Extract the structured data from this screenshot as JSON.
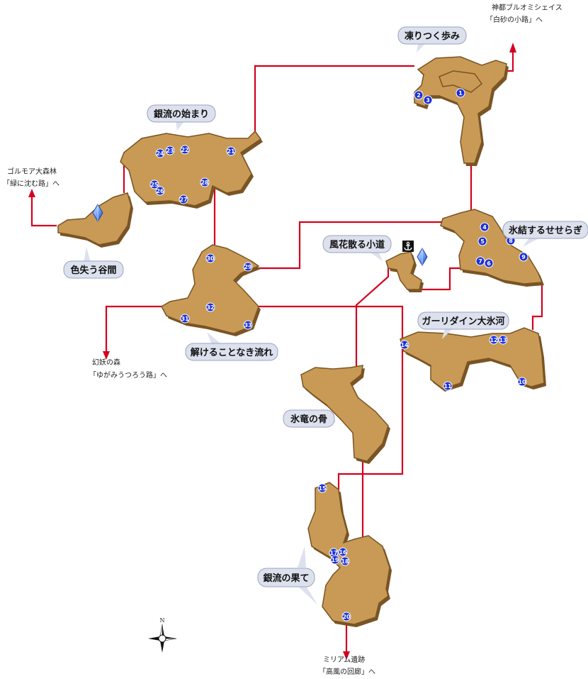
{
  "areas": {
    "kooritsuku": "凍りつく歩み",
    "ginryu_start": "銀流の始まり",
    "irousu": "色失う谷間",
    "hyoketsu": "氷結するせせらぎ",
    "fuka": "風花散る小道",
    "tokeru": "解けることなき流れ",
    "garidain": "ガーリダイン大氷河",
    "hyoryu": "氷竜の骨",
    "ginryu_end": "銀流の果て"
  },
  "exits": {
    "north_line1": "神都ブルオミシェイス",
    "north_line2": "「白砂の小路」へ",
    "west_line1": "ゴルモア大森林",
    "west_line2": "「緑に沈む路」へ",
    "sw_line1": "幻妖の森",
    "sw_line2": "「ゆがみうつろう路」へ",
    "south_line1": "ミリアム遺跡",
    "south_line2": "「高風の回廊」へ"
  },
  "compass": {
    "north": "N"
  },
  "pins": [
    "1",
    "2",
    "3",
    "4",
    "5",
    "6",
    "7",
    "8",
    "9",
    "10",
    "11",
    "12",
    "13",
    "14",
    "15",
    "16",
    "17",
    "18",
    "19",
    "20",
    "21",
    "22",
    "23",
    "24",
    "25",
    "26",
    "27",
    "28",
    "29",
    "30",
    "31",
    "32",
    "33"
  ],
  "icons": {
    "crystal_west": "save-crystal-icon",
    "crystal_center": "save-crystal-icon",
    "anchor": "anchor-icon"
  },
  "colors": {
    "land": "#c89a55",
    "route": "#d4001e",
    "pin": "#1a2fd8",
    "callout": "#dde1ee"
  }
}
